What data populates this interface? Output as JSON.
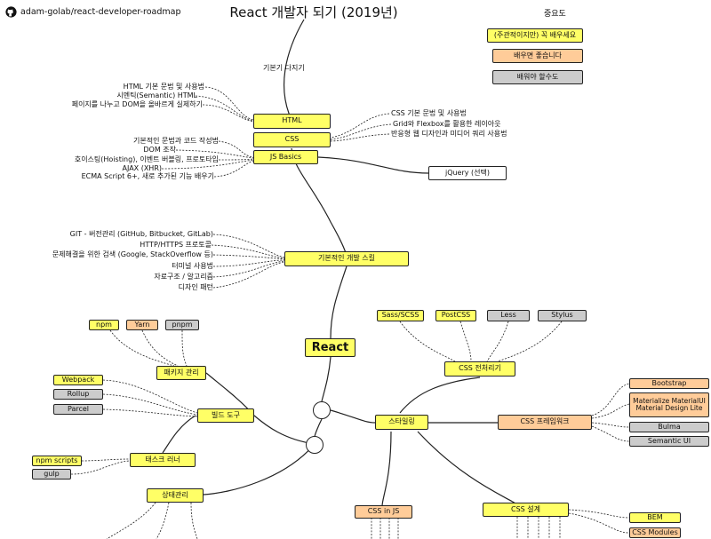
{
  "title": "React 개발자 되기 (2019년)",
  "repo": "adam-golab/react-developer-roadmap",
  "legend": {
    "heading": "중요도",
    "items": [
      "(주관적이지만) 꼭 배우세요",
      "배우면 좋습니다",
      "배워야 할수도"
    ]
  },
  "labels": {
    "basics_heading": "기본기 다지기",
    "html_topics": [
      "HTML 기본 문법 및 사용법",
      "시멘틱(Semantic) HTML",
      "페이지를 나누고 DOM을 올바르게 실제하기"
    ],
    "css_topics": [
      "CSS 기본 문법 및 사용법",
      "Grid와 Flexbox를 활용한 레이아웃",
      "반응형 웹 디자인과 미디어 쿼리 사용법"
    ],
    "js_topics": [
      "기본적인 문법과 코드 작성법",
      "DOM 조작",
      "호이스팅(Hoisting), 이벤트 버블링, 프로토타입",
      "AJAX (XHR)",
      "ECMA Script 6+, 새로 추가된 기능 배우기"
    ],
    "dev_topics": [
      "GIT - 버전관리 (GitHub, Bitbucket, GitLab)",
      "HTTP/HTTPS 프로토콜",
      "문제해결을 위한 검색 (Google, StackOverflow 등)",
      "터미널 사용법",
      "자료구조 / 알고리즘",
      "디자인 패턴"
    ]
  },
  "nodes": {
    "html": "HTML",
    "css": "CSS",
    "js": "JS Basics",
    "jquery": "jQuery (선택)",
    "dev_skills": "기본적인 개발 스킬",
    "react": "React",
    "npm": "npm",
    "yarn": "Yarn",
    "pnpm": "pnpm",
    "package_mgmt": "패키지 관리",
    "webpack": "Webpack",
    "rollup": "Rollup",
    "parcel": "Parcel",
    "build_tools": "빌드 도구",
    "npm_scripts": "npm scripts",
    "gulp": "gulp",
    "task_runner": "태스크 러너",
    "state": "상태관리",
    "sass": "Sass/SCSS",
    "postcss": "PostCSS",
    "less": "Less",
    "stylus": "Stylus",
    "css_pre": "CSS 전처리기",
    "styling": "스타일링",
    "css_fw": "CSS 프레임워크",
    "bootstrap": "Bootstrap",
    "materialize": "Materialize MaterialUI Material Design Lite",
    "bulma": "Bulma",
    "semantic": "Semantic UI",
    "cssinjs": "CSS in JS",
    "css_arch": "CSS 설계",
    "bem": "BEM",
    "css_modules": "CSS Modules"
  },
  "colors": {
    "required": "#ffff66",
    "recommended": "#ffcc99",
    "optional": "#cccccc",
    "line": "#222222"
  }
}
